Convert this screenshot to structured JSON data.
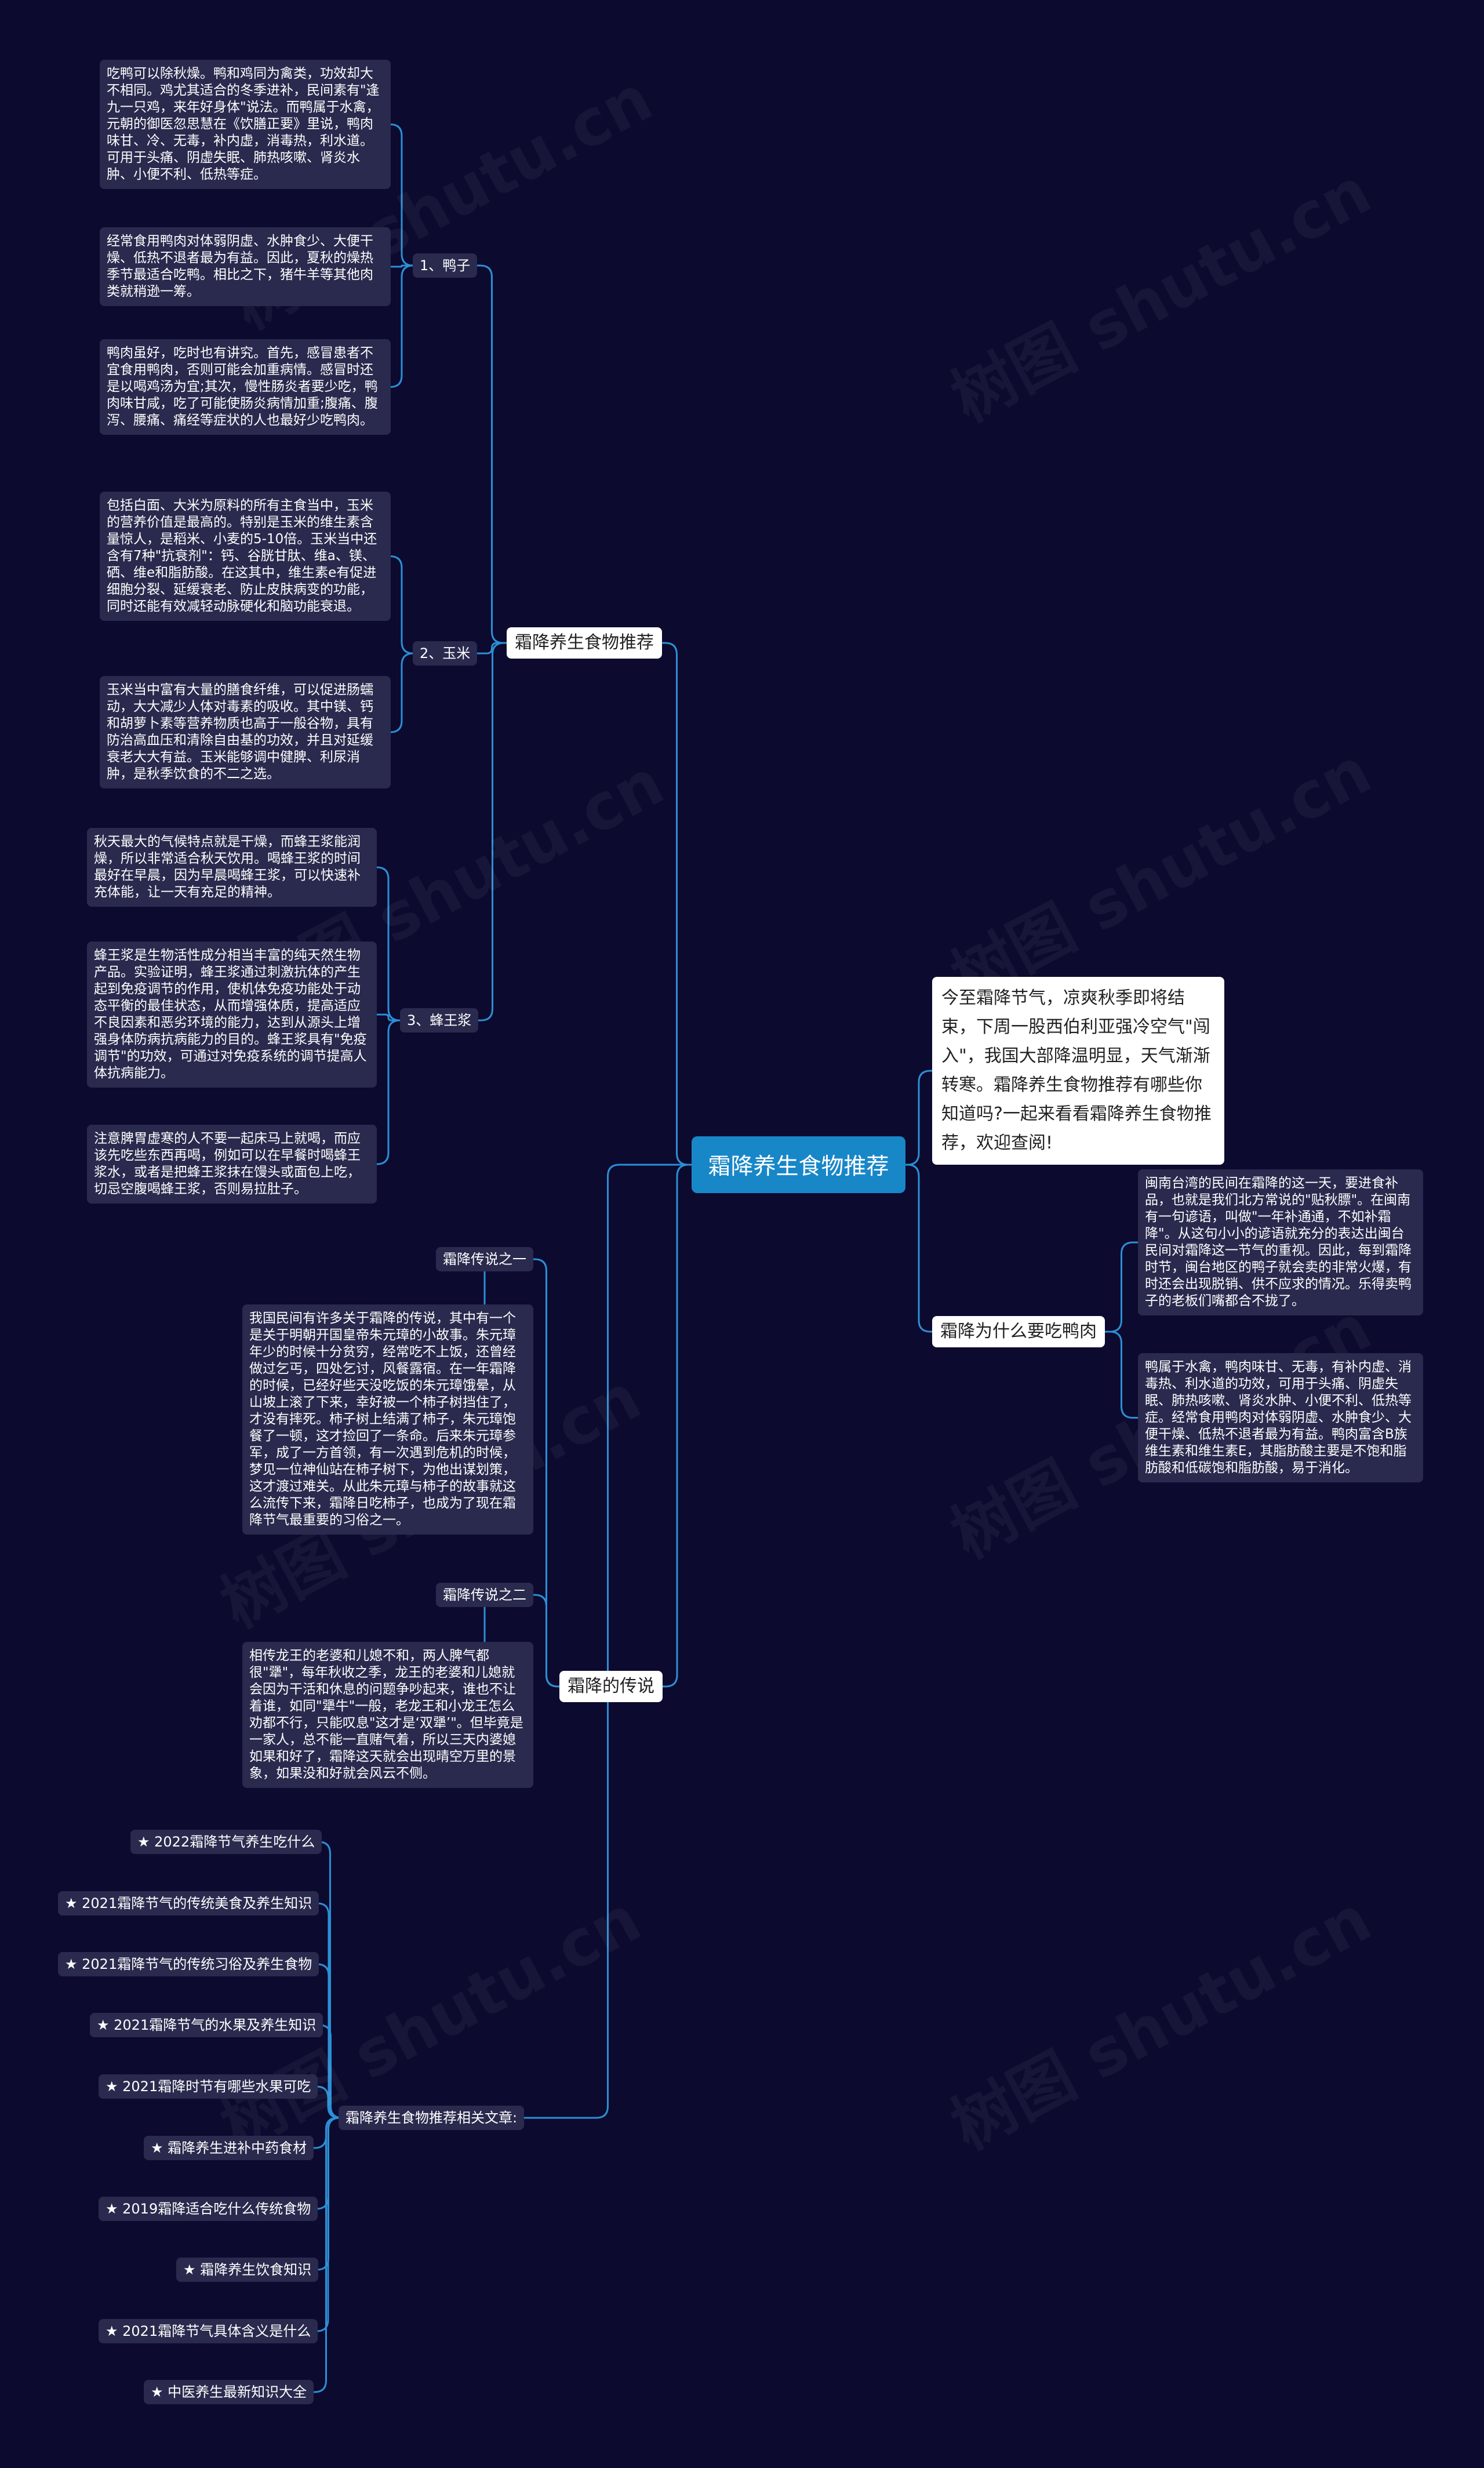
{
  "watermark": "树图 shutu.cn",
  "colors": {
    "background": "#0c0a2e",
    "root": "#1887c8",
    "line": "#2b8fd6",
    "card": "#2a2a4e"
  },
  "root": "霜降养生食物推荐",
  "branches": {
    "intro": "今至霜降节气，凉爽秋季即将结束，下周一股西伯利亚强冷空气\"闯入\"，我国大部降温明显，天气渐渐转寒。霜降养生食物推荐有哪些你知道吗?一起来看看霜降养生食物推荐，欢迎查阅!",
    "why_duck": {
      "label": "霜降为什么要吃鸭肉",
      "notes": [
        "闽南台湾的民间在霜降的这一天，要进食补品，也就是我们北方常说的\"贴秋膘\"。在闽南有一句谚语，叫做\"一年补通通，不如补霜降\"。从这句小小的谚语就充分的表达出闽台民间对霜降这一节气的重视。因此，每到霜降时节，闽台地区的鸭子就会卖的非常火爆，有时还会出现脱销、供不应求的情况。乐得卖鸭子的老板们嘴都合不拢了。",
        "鸭属于水禽，鸭肉味甘、无毒，有补内虚、消毒热、利水道的功效，可用于头痛、阴虚失眠、肺热咳嗽、肾炎水肿、小便不利、低热等症。经常食用鸭肉对体弱阴虚、水肿食少、大便干燥、低热不退者最为有益。鸭肉富含B族维生素和维生素E，其脂肪酸主要是不饱和脂肪酸和低碳饱和脂肪酸，易于消化。"
      ]
    },
    "recommend": {
      "label": "霜降养生食物推荐",
      "items": [
        {
          "label": "1、鸭子",
          "notes": [
            "吃鸭可以除秋燥。鸭和鸡同为禽类，功效却大不相同。鸡尤其适合的冬季进补，民间素有\"逢九一只鸡，来年好身体\"说法。而鸭属于水禽，元朝的御医忽思慧在《饮膳正要》里说，鸭肉味甘、冷、无毒，补内虚，消毒热，利水道。可用于头痛、阴虚失眠、肺热咳嗽、肾炎水肿、小便不利、低热等症。",
            "经常食用鸭肉对体弱阴虚、水肿食少、大便干燥、低热不退者最为有益。因此，夏秋的燥热季节最适合吃鸭。相比之下，猪牛羊等其他肉类就稍逊一筹。",
            "鸭肉虽好，吃时也有讲究。首先，感冒患者不宜食用鸭肉，否则可能会加重病情。感冒时还是以喝鸡汤为宜;其次，慢性肠炎者要少吃，鸭肉味甘咸，吃了可能使肠炎病情加重;腹痛、腹泻、腰痛、痛经等症状的人也最好少吃鸭肉。"
          ]
        },
        {
          "label": "2、玉米",
          "notes": [
            "包括白面、大米为原料的所有主食当中，玉米的营养价值是最高的。特别是玉米的维生素含量惊人，是稻米、小麦的5-10倍。玉米当中还含有7种\"抗衰剂\"：钙、谷胱甘肽、维a、镁、硒、维e和脂肪酸。在这其中，维生素e有促进细胞分裂、延缓衰老、防止皮肤病变的功能，同时还能有效减轻动脉硬化和脑功能衰退。",
            "玉米当中富有大量的膳食纤维，可以促进肠蠕动，大大减少人体对毒素的吸收。其中镁、钙和胡萝卜素等营养物质也高于一般谷物，具有防治高血压和清除自由基的功效，并且对延缓衰老大大有益。玉米能够调中健脾、利尿消肿，是秋季饮食的不二之选。"
          ]
        },
        {
          "label": "3、蜂王浆",
          "notes": [
            "秋天最大的气候特点就是干燥，而蜂王浆能润燥，所以非常适合秋天饮用。喝蜂王浆的时间最好在早晨，因为早晨喝蜂王浆，可以快速补充体能，让一天有充足的精神。",
            "蜂王浆是生物活性成分相当丰富的纯天然生物产品。实验证明，蜂王浆通过刺激抗体的产生起到免疫调节的作用，使机体免疫功能处于动态平衡的最佳状态，从而增强体质，提高适应不良因素和恶劣环境的能力，达到从源头上增强身体防病抗病能力的目的。蜂王浆具有\"免疫调节\"的功效，可通过对免疫系统的调节提高人体抗病能力。",
            "注意脾胃虚寒的人不要一起床马上就喝，而应该先吃些东西再喝，例如可以在早餐时喝蜂王浆水，或者是把蜂王浆抹在馒头或面包上吃，切忌空腹喝蜂王浆，否则易拉肚子。"
          ]
        }
      ]
    },
    "legend": {
      "label": "霜降的传说",
      "items": [
        {
          "label": "霜降传说之一",
          "note": "我国民间有许多关于霜降的传说，其中有一个是关于明朝开国皇帝朱元璋的小故事。朱元璋年少的时候十分贫穷，经常吃不上饭，还曾经做过乞丐，四处乞讨，风餐露宿。在一年霜降的时候，已经好些天没吃饭的朱元璋饿晕，从山坡上滚了下来，幸好被一个柿子树挡住了，才没有摔死。柿子树上结满了柿子，朱元璋饱餐了一顿，这才捡回了一条命。后来朱元璋参军，成了一方首领，有一次遇到危机的时候，梦见一位神仙站在柿子树下，为他出谋划策，这才渡过难关。从此朱元璋与柿子的故事就这么流传下来，霜降日吃柿子，也成为了现在霜降节气最重要的习俗之一。"
        },
        {
          "label": "霜降传说之二",
          "note": "相传龙王的老婆和儿媳不和，两人脾气都很\"犟\"，每年秋收之季，龙王的老婆和儿媳就会因为干活和休息的问题争吵起来，谁也不让着谁，如同\"犟牛\"一般，老龙王和小龙王怎么劝都不行，只能叹息\"这才是‘双犟’\"。但毕竟是一家人，总不能一直赌气着，所以三天内婆媳如果和好了，霜降这天就会出现晴空万里的景象，如果没和好就会风云不侧。"
        }
      ]
    },
    "related": {
      "label": "霜降养生食物推荐相关文章:",
      "items": [
        "★ 2022霜降节气养生吃什么",
        "★ 2021霜降节气的传统美食及养生知识",
        "★ 2021霜降节气的传统习俗及养生食物",
        "★ 2021霜降节气的水果及养生知识",
        "★ 2021霜降时节有哪些水果可吃",
        "★ 霜降养生进补中药食材",
        "★ 2019霜降适合吃什么传统食物",
        "★ 霜降养生饮食知识",
        "★ 2021霜降节气具体含义是什么",
        "★ 中医养生最新知识大全"
      ]
    }
  }
}
